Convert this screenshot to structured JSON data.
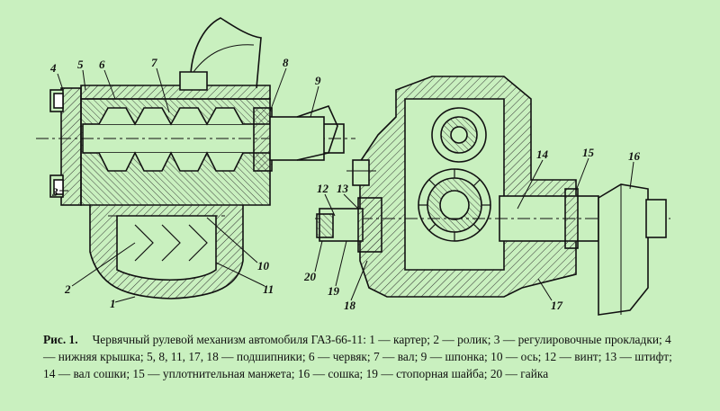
{
  "figure": {
    "callouts": [
      "1",
      "2",
      "3",
      "4",
      "5",
      "6",
      "7",
      "8",
      "9",
      "10",
      "11",
      "12",
      "13",
      "14",
      "15",
      "16",
      "17",
      "18",
      "19",
      "20"
    ]
  },
  "caption": {
    "label": "Рис. 1.",
    "text": "Червячный рулевой механизм автомобиля ГАЗ-66-11: 1 — картер; 2 — ролик; 3 — регулировочные прокладки; 4 — нижняя крышка; 5, 8, 11, 17, 18 — подшипники; 6 — червяк; 7 — вал; 9 — шпонка; 10 — ось; 12 — винт; 13 — штифт; 14 — вал сошки; 15 — уплотнительная манжета; 16 — сошка; 19 — стопорная шайба; 20 — гайка"
  },
  "colors": {
    "background": "#c9f0bf",
    "ink": "#111111",
    "hatch": "#333333"
  }
}
